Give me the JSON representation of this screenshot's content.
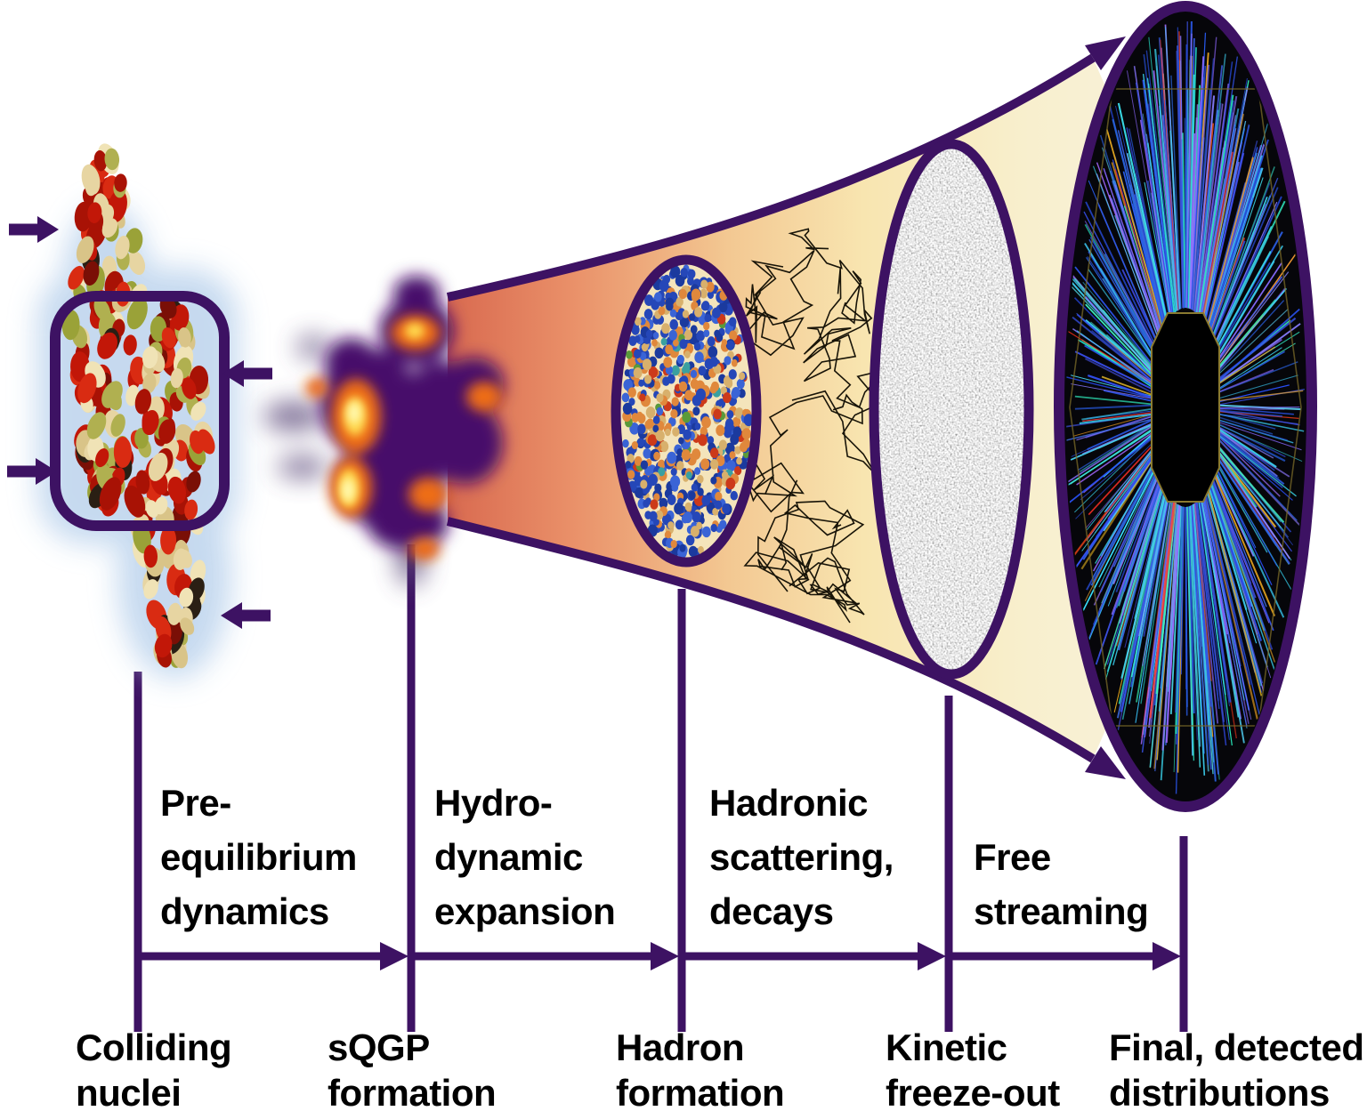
{
  "timeline": {
    "phases": [
      {
        "label": "Pre-\nequilibrium\ndynamics"
      },
      {
        "label": "Hydro-\ndynamic\nexpansion"
      },
      {
        "label": "Hadronic\nscattering,\ndecays"
      },
      {
        "label": "Free\nstreaming"
      }
    ],
    "stages": [
      {
        "label": "Colliding\nnuclei"
      },
      {
        "label": "sQGP\nformation"
      },
      {
        "label": "Hadron\nformation"
      },
      {
        "label": "Kinetic\nfreeze-out"
      },
      {
        "label": "Final, detected\ndistributions"
      }
    ]
  },
  "colors": {
    "outline_purple": "#3d1263",
    "glow_blue": "#c3d8ef",
    "label_text": "#000000",
    "funnel_gradient": [
      "#d96a50",
      "#e98f68",
      "#f3c892",
      "#f8e5b0",
      "#f8efcd",
      "#f7f3e3"
    ],
    "hadron_bg": "#f4e4bb",
    "freezeout_gray": "#a8a8a8",
    "scribble_ink": "#181408",
    "detector_bg": "#06060a",
    "beampipe_frame_gold": "#8a7a30",
    "nucleon_palette": [
      "#c21708",
      "#a81205",
      "#d92b12",
      "#e7d5a2",
      "#d9c488",
      "#f0e3b6",
      "#9aa238",
      "#b0b050",
      "#7a0f06",
      "#2a1f14"
    ],
    "hadron_dot_palette": [
      "#2547b8",
      "#1b3a9e",
      "#3a64d6",
      "#e0883c",
      "#d8b06c",
      "#cc3a1a",
      "#3aa0a0",
      "#5a9a3a"
    ],
    "blob_palette": {
      "body": "#470d6b",
      "haze": "#5b4a7a",
      "orange": "#ee6d17",
      "yellow": "#ffd94e",
      "pale": "#fffab4"
    },
    "track_palette": [
      "#2a50e0",
      "#3ac8e8",
      "#8868ff",
      "#28e0b8",
      "#e03018",
      "#e0a020"
    ]
  }
}
